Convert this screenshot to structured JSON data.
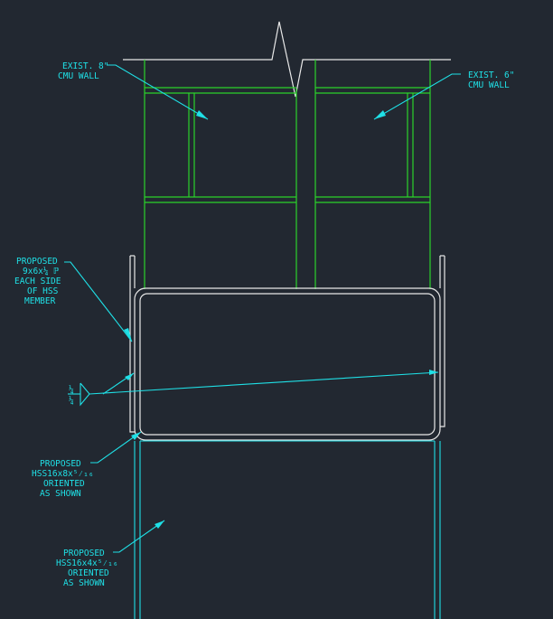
{
  "labels": {
    "exist_8_line1": "EXIST. 8\"",
    "exist_8_line2": "CMU WALL",
    "exist_6_line1": "EXIST. 6\"",
    "exist_6_line2": "CMU WALL",
    "plate_line1": "PROPOSED",
    "plate_line2": "9x6x¼ ℙ",
    "plate_line3": "EACH SIDE",
    "plate_line4": "OF HSS",
    "plate_line5": "MEMBER",
    "weld_top": "¼",
    "weld_bottom": "¼",
    "hss16x8_line1": "PROPOSED",
    "hss16x8_line2": "HSS16x8x⁵⁄₁₆",
    "hss16x8_line3": "ORIENTED",
    "hss16x8_line4": "AS SHOWN",
    "hss16x4_line1": "PROPOSED",
    "hss16x4_line2": "HSS16x4x⁵⁄₁₆",
    "hss16x4_line3": "ORIENTED",
    "hss16x4_line4": "AS SHOWN"
  },
  "colors": {
    "background": "#222831",
    "existing_wall": "#2bd12b",
    "proposed_steel": "#e8e8e8",
    "annotation": "#1fe0e6"
  }
}
